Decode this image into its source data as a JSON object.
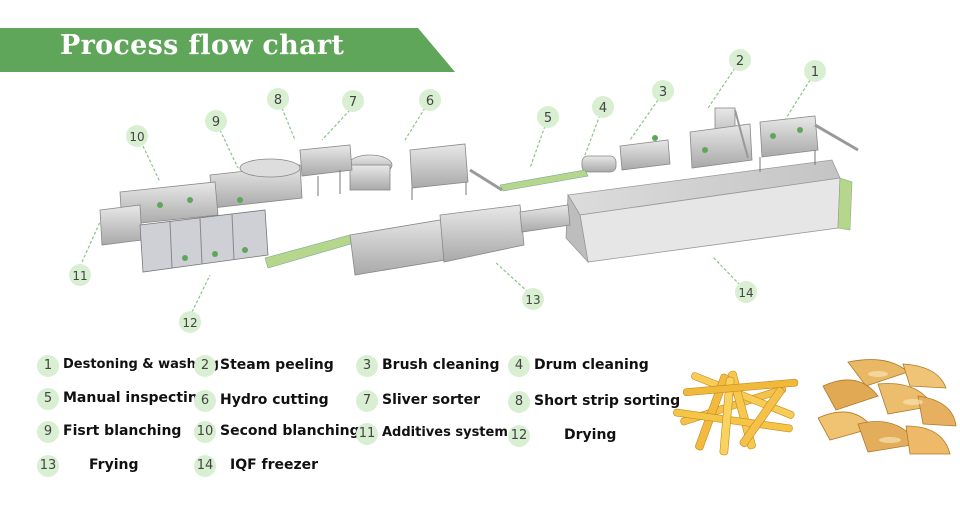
{
  "title": "Process flow chart",
  "colors": {
    "banner": "#5fa55a",
    "circle": "#d8efd2",
    "callout": "#8bc48a"
  },
  "plant_callouts": [
    "1",
    "2",
    "3",
    "4",
    "5",
    "6",
    "7",
    "8",
    "9",
    "10",
    "11",
    "12",
    "13",
    "14"
  ],
  "legend": [
    {
      "num": "1",
      "label": "Destoning & washing"
    },
    {
      "num": "2",
      "label": "Steam peeling"
    },
    {
      "num": "3",
      "label": "Brush cleaning"
    },
    {
      "num": "4",
      "label": "Drum cleaning"
    },
    {
      "num": "5",
      "label": "Manual inspecting"
    },
    {
      "num": "6",
      "label": "Hydro cutting"
    },
    {
      "num": "7",
      "label": "Sliver sorter"
    },
    {
      "num": "8",
      "label": "Short strip sorting"
    },
    {
      "num": "9",
      "label": "Fisrt blanching"
    },
    {
      "num": "10",
      "label": "Second blanching"
    },
    {
      "num": "11",
      "label": "Additives system"
    },
    {
      "num": "12",
      "label": "Drying"
    },
    {
      "num": "13",
      "label": "Frying"
    },
    {
      "num": "14",
      "label": "IQF freezer"
    }
  ]
}
